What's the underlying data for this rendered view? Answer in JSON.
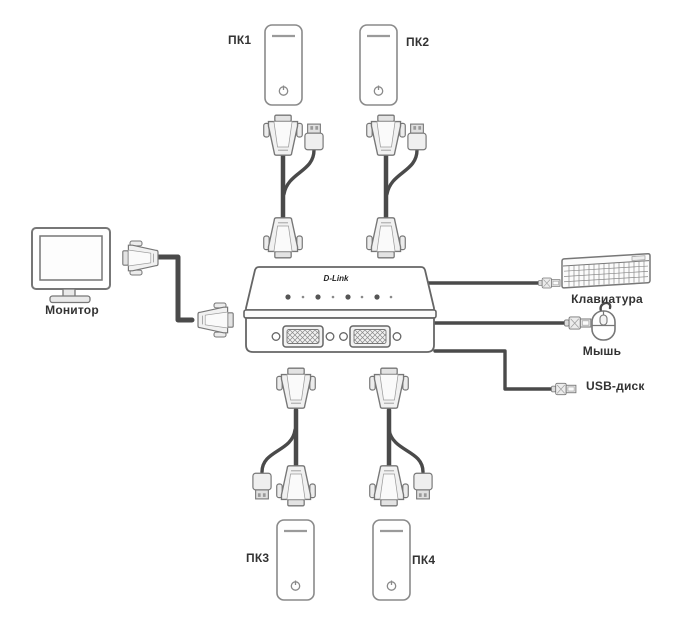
{
  "labels": {
    "pc1": "ПК1",
    "pc2": "ПК2",
    "pc3": "ПК3",
    "pc4": "ПК4",
    "monitor": "Монитор",
    "keyboard": "Клавиатура",
    "mouse": "Мышь",
    "usb_disk": "USB-диск"
  },
  "switch": {
    "brand": "D-Link",
    "led_count": 4,
    "front_vga_ports": 2
  },
  "colors": {
    "background": "#ffffff",
    "outline": "#6b6b6b",
    "cable": "#4a4a4a",
    "label_text": "#333333",
    "connector_fill": "#ededed"
  }
}
